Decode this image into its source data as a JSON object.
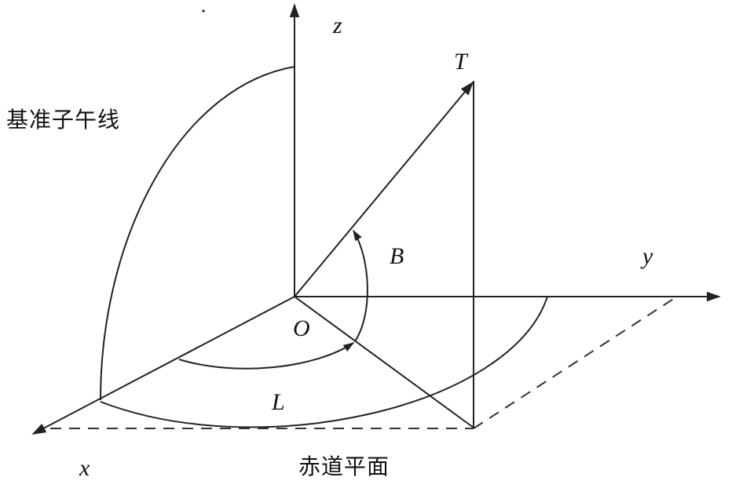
{
  "diagram": {
    "type": "geodetic-coordinate-system",
    "colors": {
      "line": "#222222",
      "background": "#ffffff"
    },
    "axes": {
      "x": {
        "label": "x"
      },
      "y": {
        "label": "y"
      },
      "z": {
        "label": "z"
      }
    },
    "points": {
      "origin": {
        "label": "O"
      },
      "target": {
        "label": "T"
      }
    },
    "angles": {
      "latitude": {
        "label": "B"
      },
      "longitude": {
        "label": "L"
      }
    },
    "annotations": {
      "prime_meridian": "基准子午线",
      "equatorial_plane": "赤道平面"
    }
  }
}
